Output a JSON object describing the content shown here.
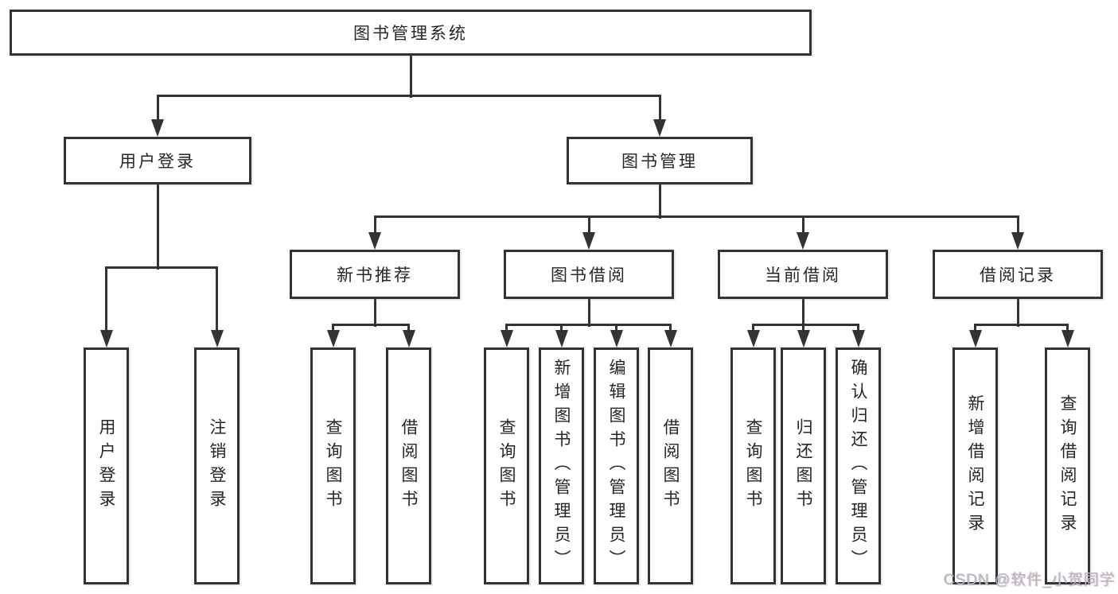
{
  "colors": {
    "bg": "#ffffff",
    "line": "#333333",
    "text": "#262626",
    "watermark": "#b6b9be"
  },
  "watermark": "CSDN @软件_小贺同学",
  "tree": {
    "label": "图书管理系统",
    "children": [
      {
        "label": "用户登录",
        "children": [
          {
            "label": "用户登录"
          },
          {
            "label": "注销登录"
          }
        ]
      },
      {
        "label": "图书管理",
        "children": [
          {
            "label": "新书推荐",
            "children": [
              {
                "label": "查询图书"
              },
              {
                "label": "借阅图书"
              }
            ]
          },
          {
            "label": "图书借阅",
            "children": [
              {
                "label": "查询图书"
              },
              {
                "label": "新增图书（管理员）"
              },
              {
                "label": "编辑图书（管理员）"
              },
              {
                "label": "借阅图书"
              }
            ]
          },
          {
            "label": "当前借阅",
            "children": [
              {
                "label": "查询图书"
              },
              {
                "label": "归还图书"
              },
              {
                "label": "确认归还（管理员）"
              }
            ]
          },
          {
            "label": "借阅记录",
            "children": [
              {
                "label": "新增借阅记录"
              },
              {
                "label": "查询借阅记录"
              }
            ]
          }
        ]
      }
    ]
  }
}
